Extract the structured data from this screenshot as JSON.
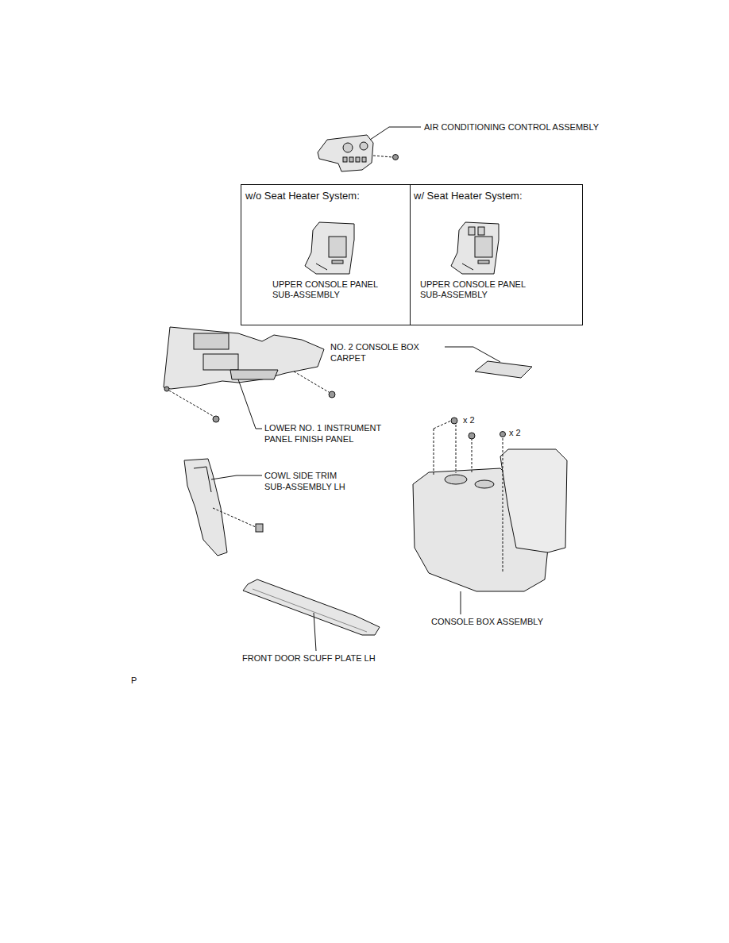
{
  "diagram": {
    "nodes": [
      {
        "text": [
          "w/o Seat Heater System:",
          "UPPER CONSOLE PANEL SUB-ASSEMBLY"
        ]
      },
      {
        "text": [
          "w/ Seat Heater System:",
          "UPPER CONSOLE PANEL SUB-ASSEMBLY"
        ]
      }
    ],
    "labels": [
      "AIR CONDITIONING CONTROL ASSEMBLY",
      "NO. 2 CONSOLE BOX CARPET",
      "LOWER NO. 1 INSTRUMENT PANEL FINISH PANEL",
      "x 2",
      "x 2",
      "COWL SIDE TRIM SUB-ASSEMBLY LH",
      "CONSOLE BOX ASSEMBLY",
      "FRONT DOOR SCUFF PLATE LH",
      "P"
    ]
  }
}
